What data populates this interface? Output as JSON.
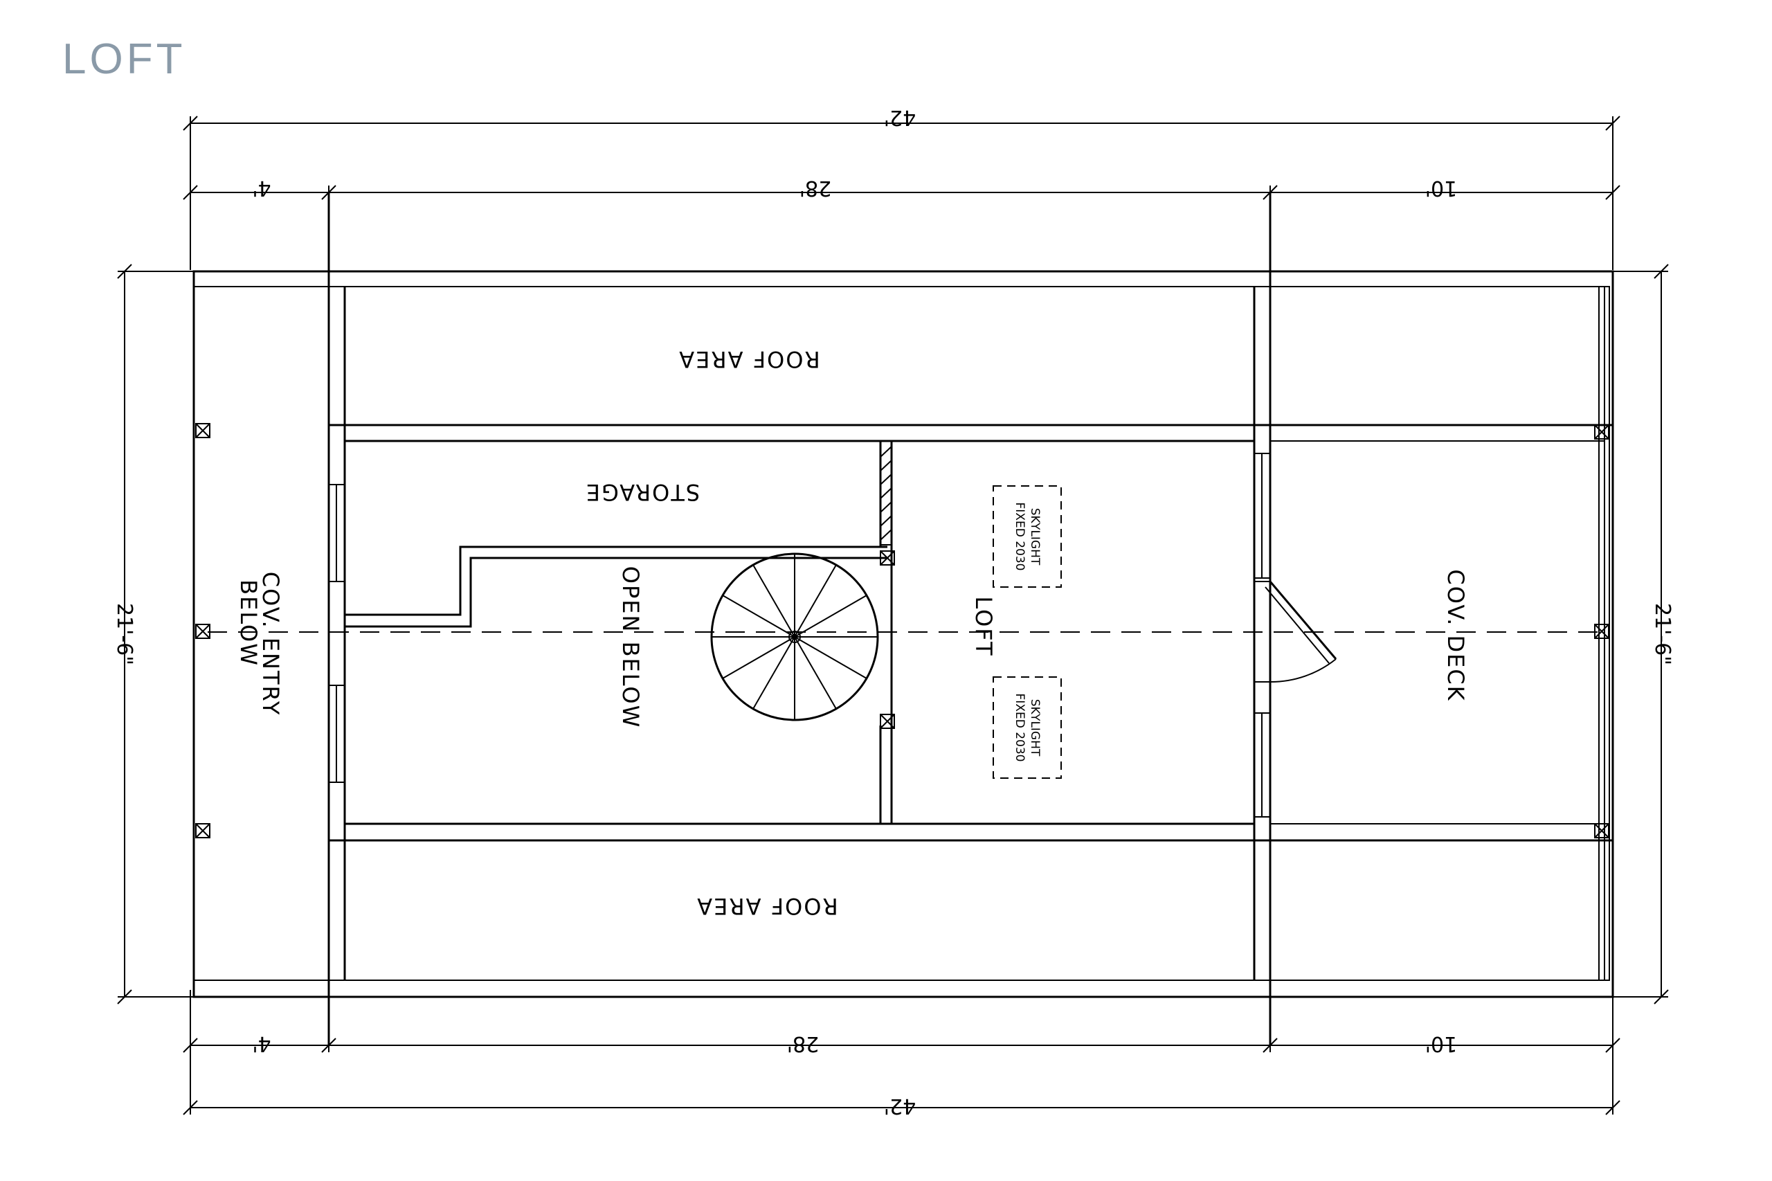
{
  "title": "LOFT",
  "dimensions": {
    "overall_width": "42'",
    "left_bay": "4'",
    "center_bay": "28'",
    "right_bay": "10'",
    "overall_depth": "21'-6\""
  },
  "rooms": {
    "roof_area": "ROOF AREA",
    "storage": "STORAGE",
    "open_below": "OPEN BELOW",
    "loft": "LOFT",
    "cov_entry_line1": "COV. ENTRY",
    "cov_entry_line2": "BELOW",
    "cov_deck": "COV. DECK"
  },
  "skylight": {
    "line1": "SKYLIGHT",
    "line2": "FIXED 2030"
  }
}
